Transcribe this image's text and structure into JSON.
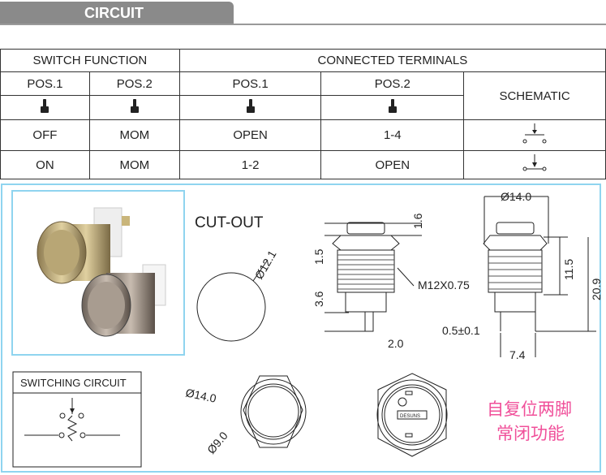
{
  "section_title": "CIRCUIT",
  "table": {
    "switch_function": "SWITCH FUNCTION",
    "connected_terminals": "CONNECTED TERMINALS",
    "pos1": "POS.1",
    "pos2": "POS.2",
    "schematic": "SCHEMATIC",
    "rows": [
      {
        "sf_pos1": "OFF",
        "sf_pos2": "MOM",
        "ct_pos1": "OPEN",
        "ct_pos2": "1-4"
      },
      {
        "sf_pos1": "ON",
        "sf_pos2": "MOM",
        "ct_pos1": "1-2",
        "ct_pos2": "OPEN"
      }
    ]
  },
  "drawing": {
    "cutout_label": "CUT-OUT",
    "cutout_dia": "Ø12.1",
    "dim_1_6": "1.6",
    "dim_1_5": "1.5",
    "dim_3_6": "3.6",
    "thread": "M12X0.75",
    "dim_2_0": "2.0",
    "dim_dia14": "Ø14.0",
    "dim_11_5": "11.5",
    "dim_20_9": "20.9",
    "dim_pin": "0.5±0.1",
    "dim_7_4": "7.4",
    "front_dia14": "Ø14.0",
    "front_dia9": "Ø9.0",
    "switching_circuit": "SWITCHING CIRCUIT",
    "cn_line1": "自复位两脚",
    "cn_line2": "常闭功能"
  },
  "colors": {
    "accent_pink": "#f0509a",
    "frame_blue": "#8fd4ef"
  }
}
